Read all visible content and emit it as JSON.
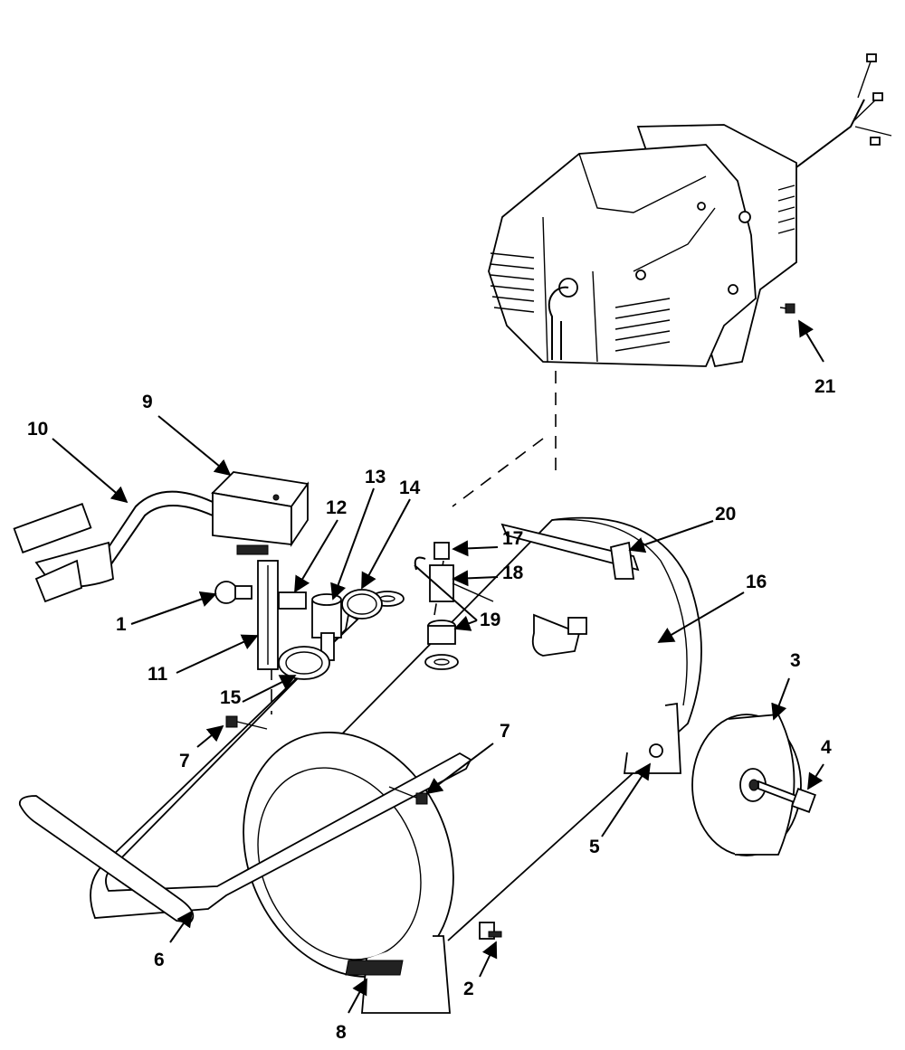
{
  "callouts": [
    {
      "id": "c1",
      "text": "1"
    },
    {
      "id": "c2",
      "text": "2"
    },
    {
      "id": "c3",
      "text": "3"
    },
    {
      "id": "c4",
      "text": "4"
    },
    {
      "id": "c5",
      "text": "5"
    },
    {
      "id": "c6",
      "text": "6"
    },
    {
      "id": "c7a",
      "text": "7"
    },
    {
      "id": "c7b",
      "text": "7"
    },
    {
      "id": "c8",
      "text": "8"
    },
    {
      "id": "c9",
      "text": "9"
    },
    {
      "id": "c10",
      "text": "10"
    },
    {
      "id": "c11",
      "text": "11"
    },
    {
      "id": "c12",
      "text": "12"
    },
    {
      "id": "c13",
      "text": "13"
    },
    {
      "id": "c14",
      "text": "14"
    },
    {
      "id": "c15",
      "text": "15"
    },
    {
      "id": "c16",
      "text": "16"
    },
    {
      "id": "c17",
      "text": "17"
    },
    {
      "id": "c18",
      "text": "18"
    },
    {
      "id": "c19",
      "text": "19"
    },
    {
      "id": "c20",
      "text": "20"
    },
    {
      "id": "c21",
      "text": "21"
    }
  ]
}
